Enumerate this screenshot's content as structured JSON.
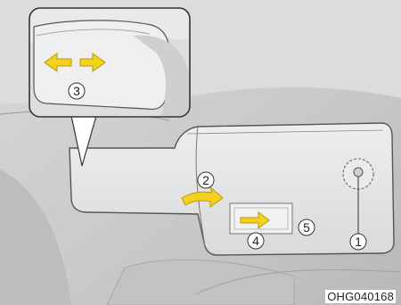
{
  "figure": {
    "code": "OHG040168",
    "callouts": {
      "c1": "1",
      "c2": "2",
      "c3": "3",
      "c4": "4",
      "c5": "5"
    }
  },
  "colors": {
    "arrow_fill": "#f2d21c",
    "arrow_stroke": "#b89a10",
    "visor_fill": "#e4e4e4",
    "outline": "#555555",
    "background": "#cfcfcf",
    "inset_border": "#333333"
  },
  "icons": [
    "slide-left-arrow",
    "slide-right-arrow",
    "rotate-arrow",
    "slide-arrow"
  ]
}
